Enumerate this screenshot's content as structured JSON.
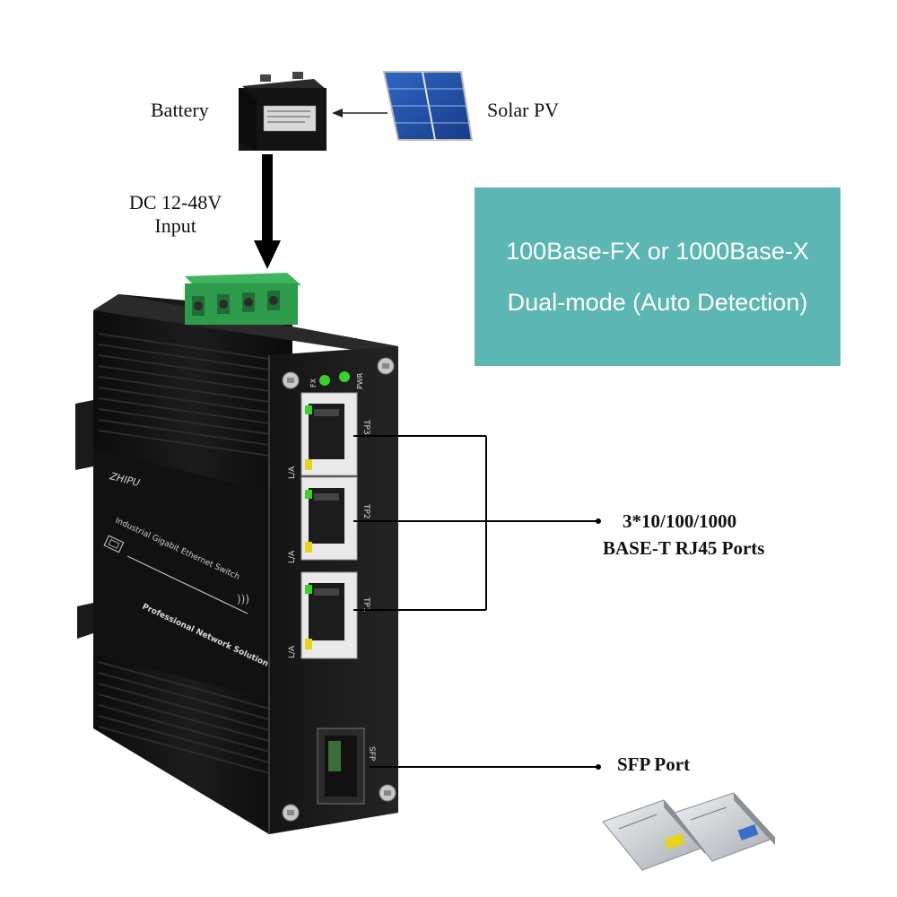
{
  "labels": {
    "battery": "Battery",
    "solar": "Solar PV",
    "dc_input_line1": "DC 12-48V",
    "dc_input_line2": "Input",
    "rj45_line1": "3*10/100/1000",
    "rj45_line2": "BASE-T RJ45 Ports",
    "sfp": "SFP Port"
  },
  "feature_box": {
    "line1": "100Base-FX or 1000Base-X",
    "line2": "Dual-mode (Auto Detection)"
  },
  "device": {
    "brand": "ZHIPU",
    "product": "Industrial Gigabit Ethernet Switch",
    "tagline": "Professional Network Solution",
    "led_fx": "FX",
    "led_pwr": "PWR",
    "port_labels": [
      "TP3",
      "TP2",
      "TP1"
    ],
    "port_led_label": "L/A",
    "sfp_label": "SFP"
  },
  "colors": {
    "feature_box": "#5bb6b4",
    "device_body": "#121212",
    "terminal_block": "#2e9b4c",
    "led_green": "#39d12a",
    "led_yellow": "#e8d21a",
    "solar_cell": "#1d4fa6"
  }
}
